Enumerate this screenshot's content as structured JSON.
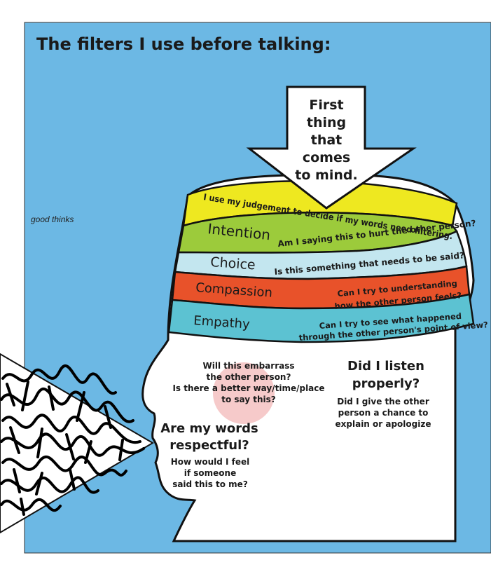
{
  "title": "The filters I use before talking:",
  "side_note": "good thinks",
  "arrow": {
    "lines": [
      "First",
      "thing",
      "that",
      "comes",
      "to mind."
    ]
  },
  "bands": [
    {
      "name": "",
      "question": "I use my judgement to decide if my words need filtering.",
      "color": "#eee820"
    },
    {
      "name": "Intention",
      "question": "Am I saying this to hurt the other person?",
      "color": "#9ccb3b"
    },
    {
      "name": "Choice",
      "question": "Is this something that needs to be said?",
      "color": "#c3e6ef"
    },
    {
      "name": "Compassion",
      "question_lines": [
        "Can I try to understanding",
        "how the other person feels?"
      ],
      "color": "#e8522a"
    },
    {
      "name": "Empathy",
      "question_lines": [
        "Can I try to see what happened",
        "through the other person's point of view?"
      ],
      "color": "#5cc2d2"
    }
  ],
  "head_questions": {
    "embarrass": [
      "Will this embarrass",
      "the other person?",
      "Is there a better way/time/place",
      "to say this?"
    ],
    "listen_title": [
      "Did I listen",
      "properly?"
    ],
    "listen_body": [
      "Did I give the other",
      "person a chance to",
      "explain or apologize"
    ],
    "respect_title": [
      "Are my words",
      "respectful?"
    ],
    "respect_body": [
      "How would I feel",
      "if someone",
      "said this to me?"
    ]
  },
  "colors": {
    "background": "#6cb8e4",
    "outline": "#111111",
    "head_fill": "#ffffff",
    "dot": "#f6caca"
  }
}
